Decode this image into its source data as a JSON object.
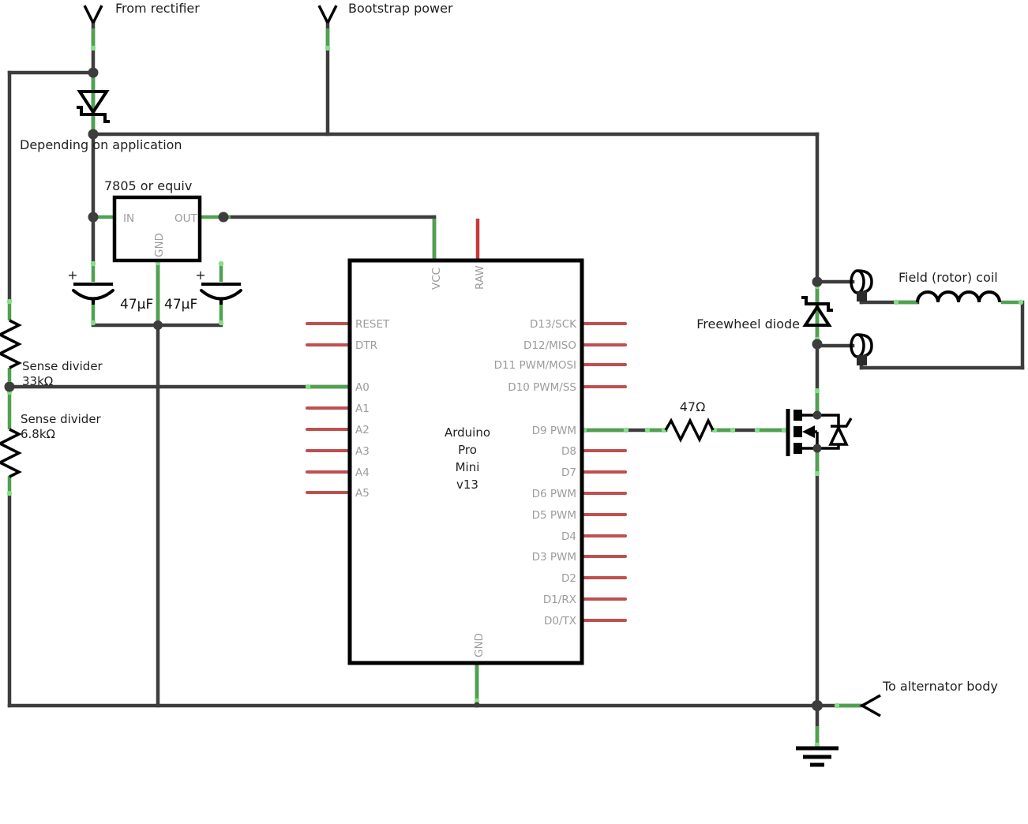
{
  "diagram_title": "Arduino Pro Mini alternator voltage regulator schematic",
  "labels": {
    "from_rectifier": "From rectifier",
    "bootstrap_power": "Bootstrap power",
    "depending_on_application": "Depending on application",
    "regulator_title": "7805 or equiv",
    "regulator_pin_in": "IN",
    "regulator_pin_out": "OUT",
    "regulator_pin_gnd": "GND",
    "cap1_value": "47µF",
    "cap2_value": "47µF",
    "cap1_polarity": "+",
    "cap2_polarity": "+",
    "sense1_line1": "Sense divider",
    "sense1_line2": "33kΩ",
    "sense2_line1": "Sense divider",
    "sense2_line2": "6.8kΩ",
    "gate_resistor_value": "47Ω",
    "freewheel_diode": "Freewheel diode",
    "field_coil": "Field (rotor) coil",
    "to_alternator_body": "To alternator body"
  },
  "arduino": {
    "name_line1": "Arduino",
    "name_line2": "Pro",
    "name_line3": "Mini",
    "name_line4": "v13",
    "top_pins": [
      "VCC",
      "RAW"
    ],
    "left_pins": [
      "RESET",
      "DTR",
      "A0",
      "A1",
      "A2",
      "A3",
      "A4",
      "A5"
    ],
    "right_pins": [
      "D13/SCK",
      "D12/MISO",
      "D11 PWM/MOSI",
      "D10 PWM/SS",
      "D9 PWM",
      "D8",
      "D7",
      "D6 PWM",
      "D5 PWM",
      "D4",
      "D3 PWM",
      "D2",
      "D1/RX",
      "D0/TX"
    ],
    "bottom_pins": [
      "GND"
    ]
  },
  "colors": {
    "background": "#ffffff",
    "wire": "#3d3d3d",
    "highlighted_net": "#4ea24e",
    "net_endpoint": "#85df85",
    "unrouted_pin_stub": "#c04f4f",
    "raw_pin_wire": "#c53a3a",
    "pin_label_text": "#9c9c9c",
    "component_stroke": "#000000",
    "label_text": "#1f1f1f"
  }
}
